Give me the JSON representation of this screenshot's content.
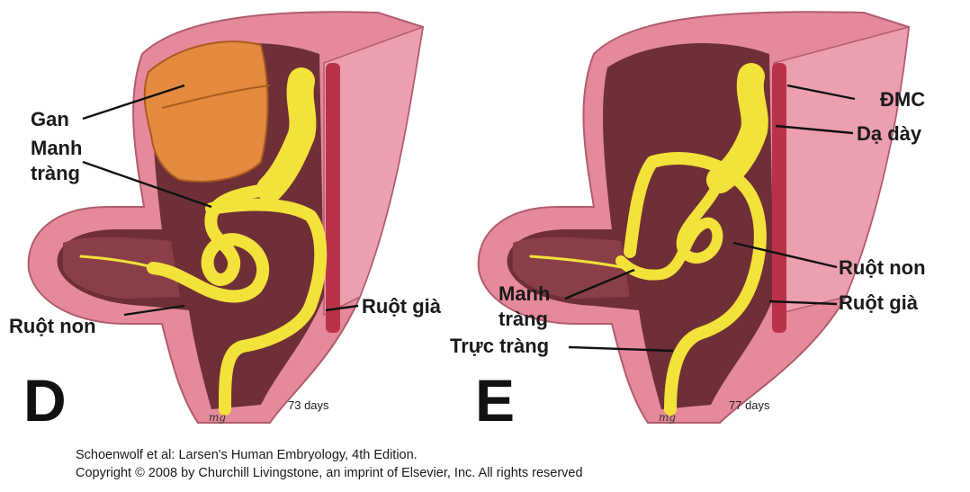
{
  "panel_d": {
    "letter": "D",
    "days": "73 days",
    "labels": {
      "gan": "Gan",
      "manh_trang_1": "Manh",
      "manh_trang_2": "tràng",
      "ruot_gia": "Ruột già",
      "ruot_non": "Ruột non"
    },
    "signature": "mg"
  },
  "panel_e": {
    "letter": "E",
    "days": "77 days",
    "labels": {
      "dmc": "ĐMC",
      "da_day": "Dạ dày",
      "ruot_non": "Ruột non",
      "ruot_gia": "Ruột già",
      "manh_trang_1": "Manh",
      "manh_trang_2": "tràng",
      "truc_trang": "Trực tràng"
    },
    "signature": "mg"
  },
  "credit": {
    "line1": "Schoenwolf et al: Larsen's Human Embryology, 4th Edition.",
    "line2": "Copyright © 2008 by Churchill Livingstone, an imprint of Elsevier, Inc. All rights reserved"
  },
  "colors": {
    "body_wall": "#e58a9a",
    "body_wall_dark": "#c86a7c",
    "cavity": "#6e2f36",
    "liver": "#e38a3e",
    "gut": "#f2e23a",
    "aorta": "#b8324a"
  }
}
